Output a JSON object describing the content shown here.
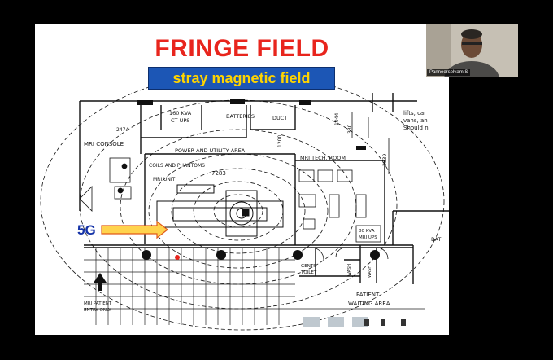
{
  "slide": {
    "title": "FRINGE FIELD",
    "subtitle": "stray magnetic field",
    "annotation_5g": "5G",
    "plan_labels": {
      "mri_console": "MRI CONSOLE",
      "kva_ct_ups_1": "160 KVA",
      "kva_ct_ups_2": "CT UPS",
      "batteries": "BATTERIES",
      "duct": "DUCT",
      "power_utility": "POWER AND UTILITY AREA",
      "coils_phantoms": "COILS AND PHANTOMS",
      "mri_unit": "MRI UNIT",
      "dim_7283": "7283",
      "dim_2474": "2474",
      "dim_1200": "1200",
      "dim_1044": "1044",
      "dim_330": "330",
      "dim_2539": "2539",
      "mri_tech_room": "MRI TECH. ROOM",
      "kva_mri_ups_1": "80 KVA",
      "kva_mri_ups_2": "MRI UPS",
      "gents_toilet_1": "GENTS",
      "gents_toilet_2": "TOILET",
      "wash_1": "WASH",
      "wash_2": "WASH",
      "patient_waiting_1": "PATIENT",
      "patient_waiting_2": "WAITING AREA",
      "mri_patient_entry_1": "MRI PATIENT",
      "mri_patient_entry_2": "ENTRY ONLY",
      "note_1": "lifts, car",
      "note_2": "vans, an",
      "note_3": "Should n",
      "bat_partial": "BAT"
    }
  },
  "participant": {
    "name": "Panneerselvam S"
  },
  "colors": {
    "title": "#e8251d",
    "subtitle_bg": "#1c56b5",
    "subtitle_text": "#ffd400",
    "label_5g": "#1533a8",
    "arrow_fill": "#ffd34d",
    "arrow_stroke": "#e05a1a"
  }
}
